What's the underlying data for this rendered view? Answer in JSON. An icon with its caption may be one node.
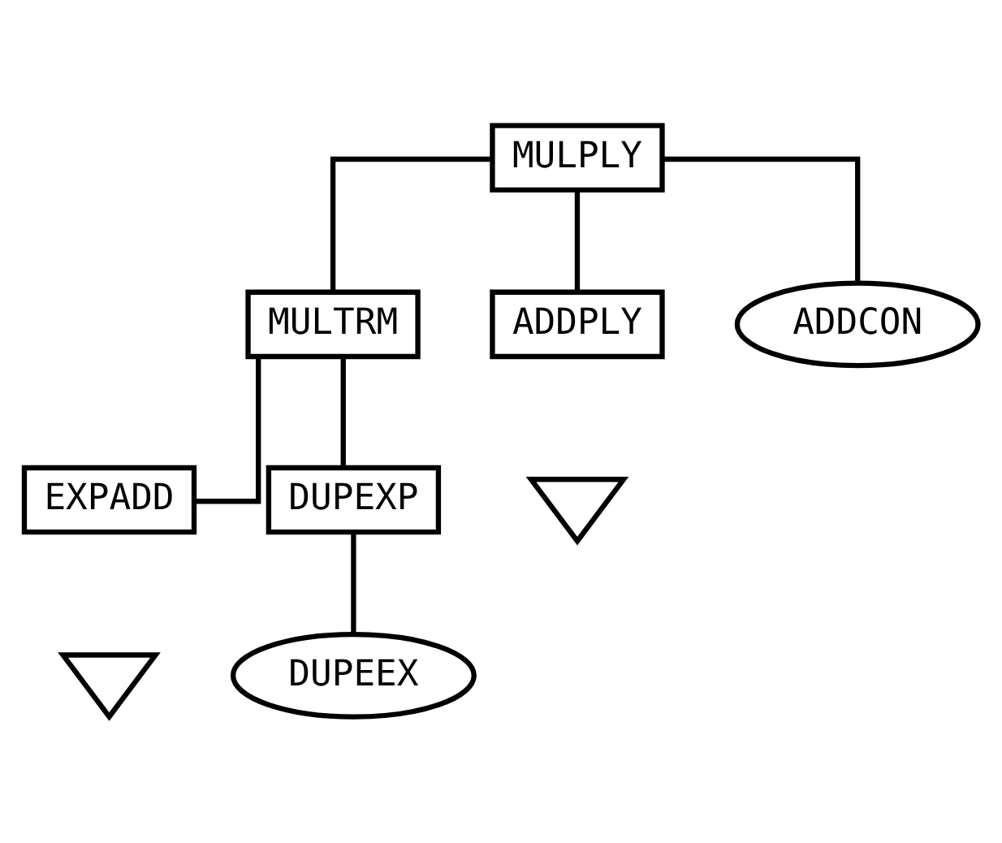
{
  "diagram": {
    "nodes": [
      {
        "text": [
          "MULPLY"
        ]
      },
      {
        "text": [
          "MULTRM"
        ]
      },
      {
        "text": [
          "ADDPLY"
        ]
      },
      {
        "text": [
          "ADDCON"
        ]
      },
      {
        "text": [],
        "shape": "triangle"
      },
      {
        "text": [
          "EXPADD"
        ]
      },
      {
        "text": [
          "DUPEXP"
        ]
      },
      {
        "text": [],
        "shape": "triangle"
      },
      {
        "text": [
          "DUPEEX"
        ]
      }
    ],
    "edges": [
      {
        "from": 0,
        "to": 1,
        "arrow": "none"
      },
      {
        "from": 0,
        "to": 2,
        "arrow": "none"
      },
      {
        "from": 0,
        "to": 3,
        "arrow": "none"
      },
      {
        "from": 1,
        "to": 5,
        "arrow": "none"
      },
      {
        "from": 1,
        "to": 6,
        "arrow": "none"
      },
      {
        "from": 6,
        "to": 8,
        "arrow": "none"
      }
    ]
  }
}
